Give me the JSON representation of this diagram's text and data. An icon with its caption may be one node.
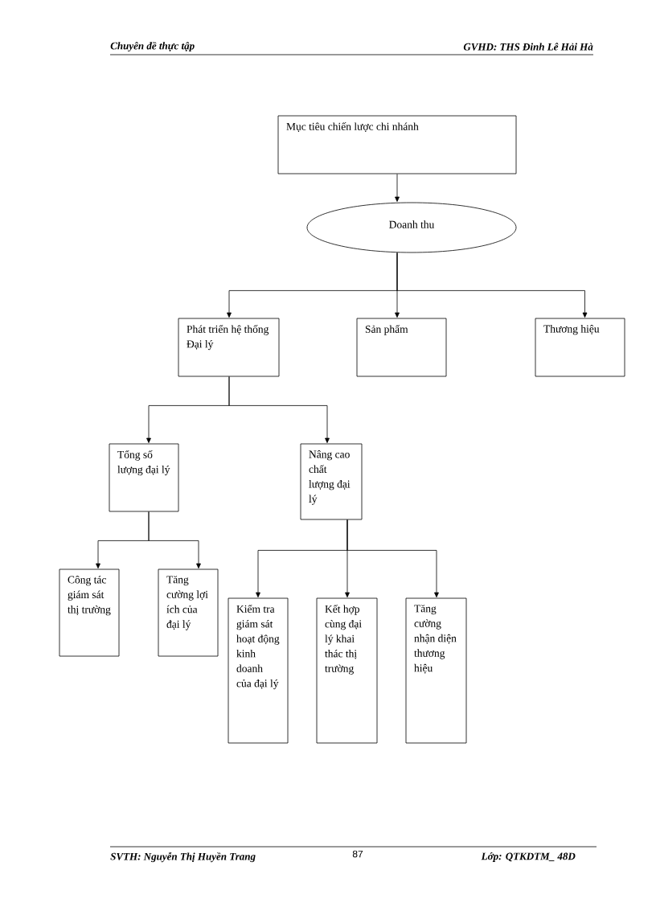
{
  "diagram": {
    "nodes": [
      {
        "text": [
          "Mục tiêu chiến lược chi nhánh"
        ]
      },
      {
        "text": [
          "Doanh thu"
        ]
      },
      {
        "text": [
          "Phát triển hệ thống Đại lý"
        ]
      },
      {
        "text": [
          "Sản phẩm"
        ]
      },
      {
        "text": [
          "Thương hiệu"
        ]
      },
      {
        "text": [
          "Tổng số lượng đại lý"
        ]
      },
      {
        "text": [
          "Nâng cao chất lượng đại lý"
        ]
      },
      {
        "text": [
          "Công tác giám sát thị trường"
        ]
      },
      {
        "text": [
          "Tăng cường lợi ích của đại lý"
        ]
      },
      {
        "text": [
          "Kiểm tra giám sát hoạt động kinh doanh của đại lý"
        ]
      },
      {
        "text": [
          "Kết hợp cùng đại lý khai thác thị trường"
        ]
      },
      {
        "text": [
          "Tăng cường nhận diện thương hiệu"
        ]
      }
    ],
    "edges": [
      {
        "from": 0,
        "to": 1,
        "arrow": "to"
      },
      {
        "from": 1,
        "to": 2,
        "arrow": "to"
      },
      {
        "from": 1,
        "to": 3,
        "arrow": "to"
      },
      {
        "from": 1,
        "to": 4,
        "arrow": "to"
      },
      {
        "from": 2,
        "to": 5,
        "arrow": "to"
      },
      {
        "from": 2,
        "to": 6,
        "arrow": "to"
      },
      {
        "from": 5,
        "to": 7,
        "arrow": "to"
      },
      {
        "from": 5,
        "to": 8,
        "arrow": "to"
      },
      {
        "from": 6,
        "to": 9,
        "arrow": "to"
      },
      {
        "from": 6,
        "to": 10,
        "arrow": "to"
      },
      {
        "from": 6,
        "to": 11,
        "arrow": "to"
      }
    ],
    "labels": [
      "Chuyên đề thực tập",
      "GVHD: THS Đinh Lê Hải Hà",
      "SVTH: Nguyễn Thị Huyền Trang",
      "87",
      "Lớp: QTKDTM_ 48D"
    ]
  }
}
